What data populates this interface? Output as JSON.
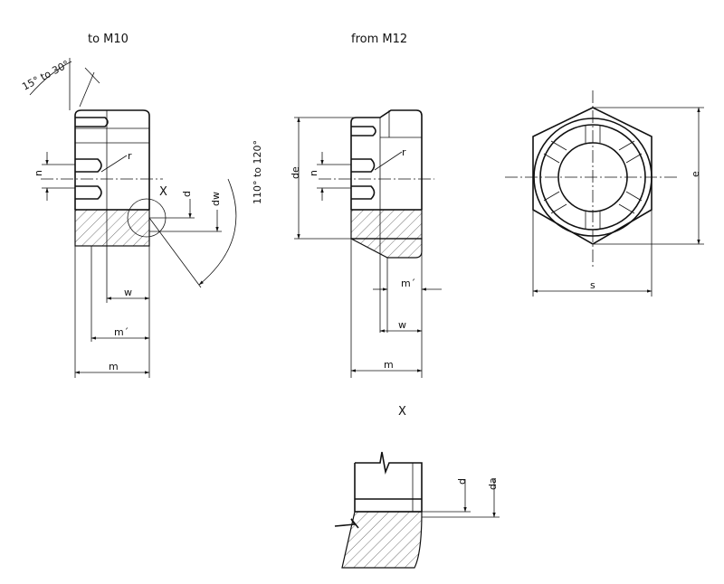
{
  "titles": {
    "left": "to M10",
    "middle": "from M12",
    "detail": "X"
  },
  "left_view": {
    "angle_top": "15° to 30°",
    "angle_right": "110° to 120°",
    "detail_ref": "X",
    "n": "n",
    "r": "r",
    "d": "d",
    "dw": "dw",
    "w": "w",
    "m_prime": "m´",
    "m": "m"
  },
  "middle_view": {
    "de": "de",
    "n": "n",
    "r": "r",
    "m_prime": "m´",
    "w": "w",
    "m": "m"
  },
  "top_view": {
    "s": "s",
    "e": "e"
  },
  "detail_view": {
    "d": "d",
    "da": "da"
  }
}
